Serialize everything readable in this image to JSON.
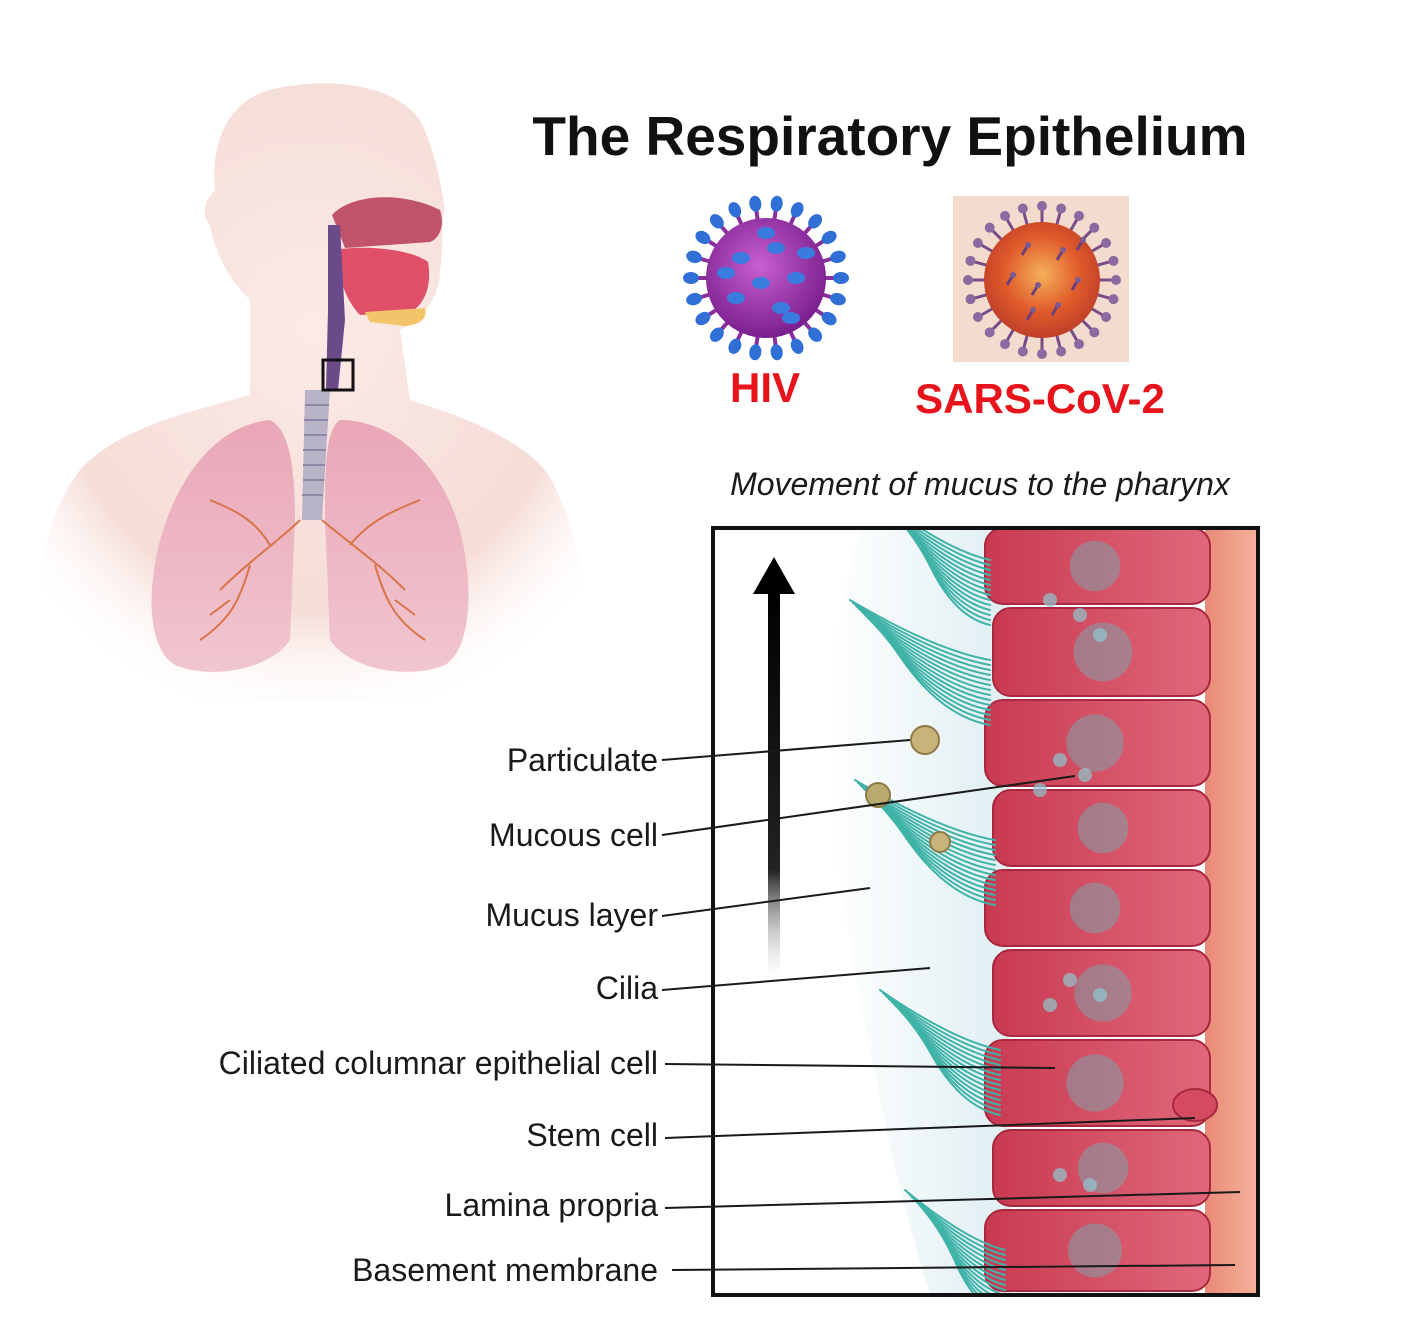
{
  "title": "The Respiratory Epithelium",
  "viruses": [
    {
      "name": "HIV",
      "label_color": "#e8141c"
    },
    {
      "name": "SARS-CoV-2",
      "label_color": "#e8141c"
    }
  ],
  "diagram": {
    "caption": "Movement of mucus to the pharynx",
    "labels": [
      "Particulate",
      "Mucous cell",
      "Mucus layer",
      "Cilia",
      "Ciliated columnar epithelial cell",
      "Stem cell",
      "Lamina propria",
      "Basement membrane"
    ]
  },
  "colors": {
    "accent_red": "#e8141c",
    "cilia": "#3fb3a8",
    "cell_pink": "#d9475c"
  }
}
